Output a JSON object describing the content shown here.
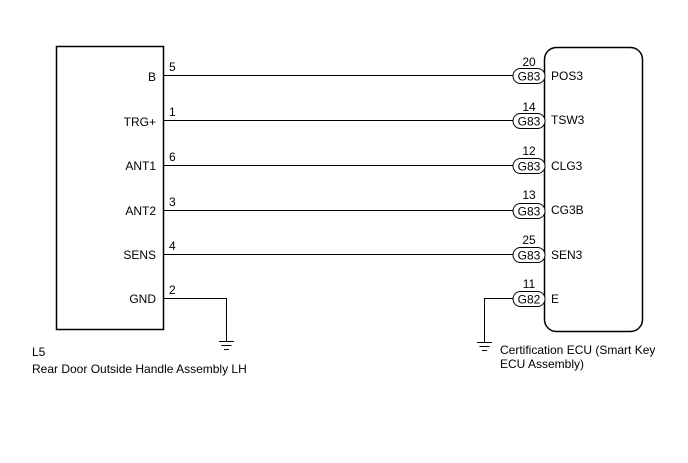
{
  "left_component": {
    "code": "L5",
    "name": "Rear Door Outside Handle Assembly LH"
  },
  "right_component": {
    "name_line1": "Certification ECU (Smart Key",
    "name_line2": "ECU Assembly)"
  },
  "wires": [
    {
      "left_label": "B",
      "left_pin": "5",
      "right_pin": "20",
      "connector": "G83",
      "right_label": "POS3"
    },
    {
      "left_label": "TRG+",
      "left_pin": "1",
      "right_pin": "14",
      "connector": "G83",
      "right_label": "TSW3"
    },
    {
      "left_label": "ANT1",
      "left_pin": "6",
      "right_pin": "12",
      "connector": "G83",
      "right_label": "CLG3"
    },
    {
      "left_label": "ANT2",
      "left_pin": "3",
      "right_pin": "13",
      "connector": "G83",
      "right_label": "CG3B"
    },
    {
      "left_label": "SENS",
      "left_pin": "4",
      "right_pin": "25",
      "connector": "G83",
      "right_label": "SEN3"
    },
    {
      "left_label": "GND",
      "left_pin": "2",
      "right_pin": "11",
      "connector": "G82",
      "right_label": "E"
    }
  ]
}
